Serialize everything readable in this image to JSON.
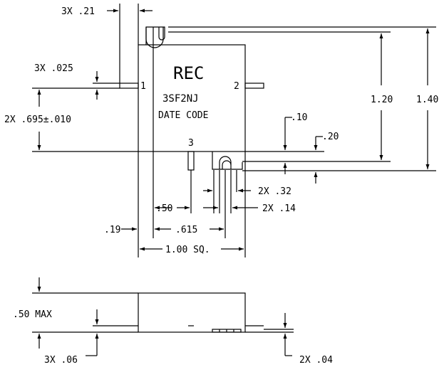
{
  "part": {
    "brand": "REC",
    "model": "3SF2NJ",
    "date_code": "DATE CODE",
    "pins": {
      "p1": "1",
      "p2": "2",
      "p3": "3"
    }
  },
  "dimensions": {
    "pin_width": "3X .21",
    "pin_thickness": "3X .025",
    "pin_height": "2X .695±.010",
    "total_height_inner": "1.20",
    "total_height_outer": "1.40",
    "tab_offset_10": ".10",
    "tab_offset_20": ".20",
    "slot_width": "2X .32",
    "slot_gap": "2X .14",
    "pin3_x": ".50",
    "left_offset": ".19",
    "slot_center": ".615",
    "body_size": "1.00 SQ.",
    "side_height": ".50 MAX",
    "side_pin_thickness": "3X .06",
    "side_base": "2X .04"
  },
  "colors": {
    "line": "#000000",
    "background": "#ffffff"
  }
}
